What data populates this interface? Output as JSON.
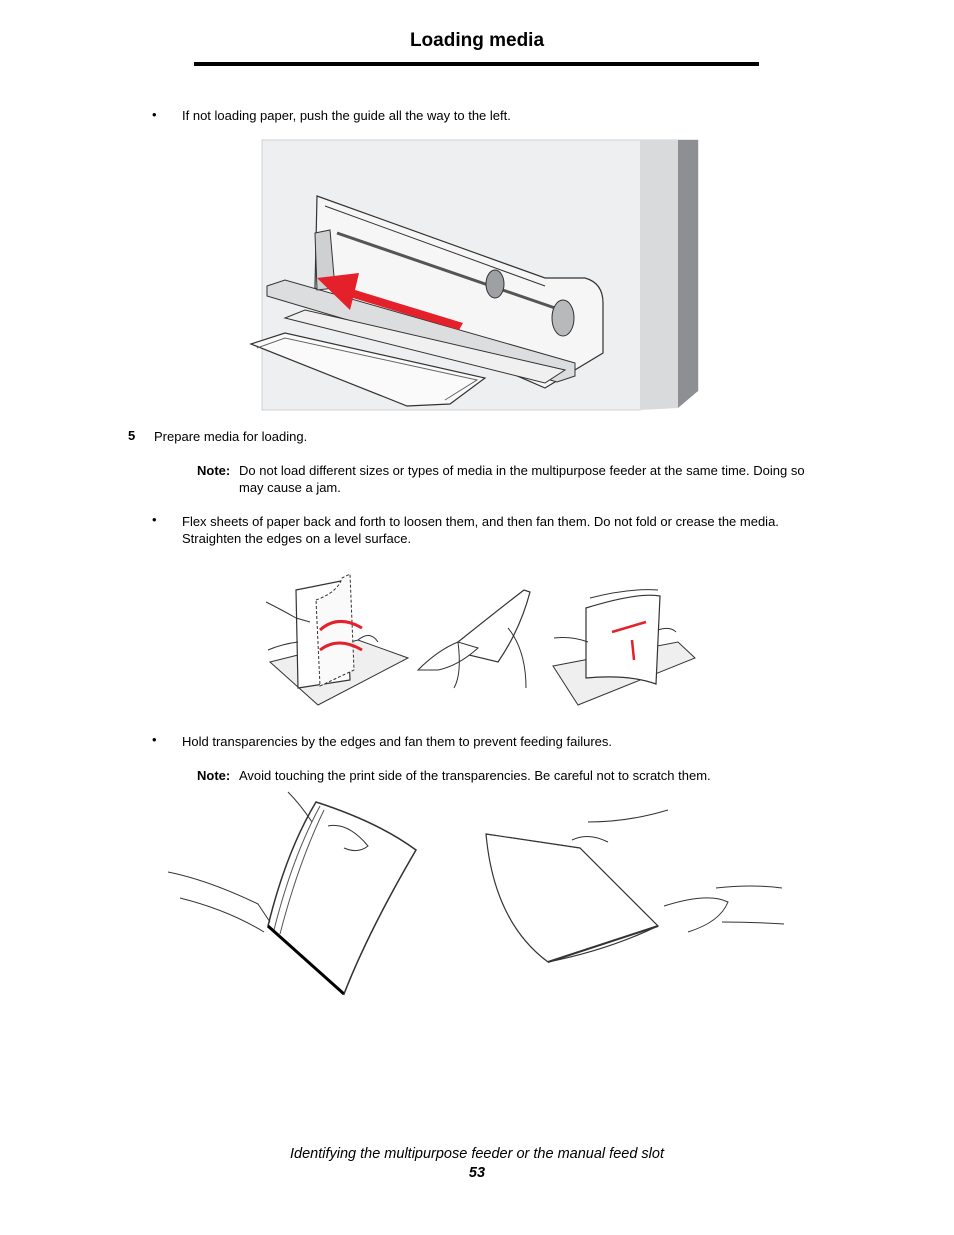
{
  "header": {
    "title": "Loading media"
  },
  "bullets": {
    "guide_left": "If not loading paper, push the guide all the way to the left.",
    "flex_sheets_line1": "Flex sheets of paper back and forth to loosen them, and then fan them. Do not fold or crease the media.",
    "flex_sheets_line2": "Straighten the edges on a level surface.",
    "transparencies": "Hold transparencies by the edges and fan them to prevent feeding failures.",
    "bullet_char": "•"
  },
  "step5": {
    "number": "5",
    "text": "Prepare media for loading."
  },
  "note1": {
    "label": "Note:",
    "line1": "Do not load different sizes or types of media in the multipurpose feeder at the same time. Doing so",
    "line2": "may cause a jam."
  },
  "note2": {
    "label": "Note:",
    "text": "Avoid touching the print side of the transparencies. Be careful not to scratch them."
  },
  "footer": {
    "title": "Identifying the multipurpose feeder or the manual feed slot",
    "page_number": "53"
  },
  "colors": {
    "arrow_red": "#e4202b",
    "printer_gray": "#e6e7e8",
    "printer_dark": "#8d8f92"
  }
}
